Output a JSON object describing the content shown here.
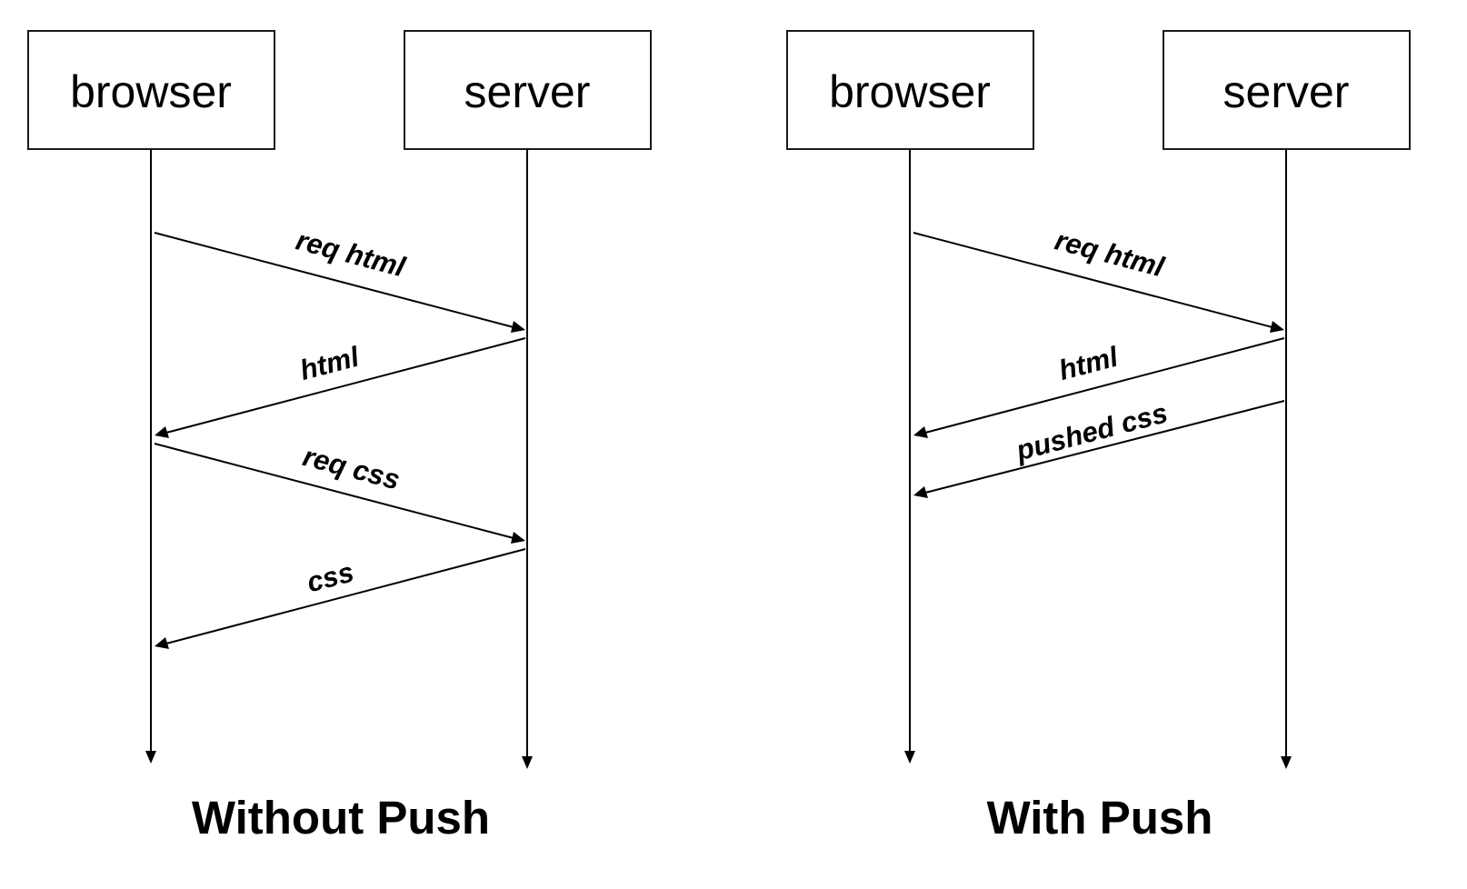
{
  "panels": [
    {
      "title": "Without Push",
      "actors": {
        "left": "browser",
        "right": "server"
      },
      "messages": [
        {
          "label": "req html",
          "direction": "browser-to-server"
        },
        {
          "label": "html",
          "direction": "server-to-browser"
        },
        {
          "label": "req css",
          "direction": "browser-to-server"
        },
        {
          "label": "css",
          "direction": "server-to-browser"
        }
      ]
    },
    {
      "title": "With Push",
      "actors": {
        "left": "browser",
        "right": "server"
      },
      "messages": [
        {
          "label": "req html",
          "direction": "browser-to-server"
        },
        {
          "label": "html",
          "direction": "server-to-browser"
        },
        {
          "label": "pushed css",
          "direction": "server-to-browser"
        }
      ]
    }
  ]
}
